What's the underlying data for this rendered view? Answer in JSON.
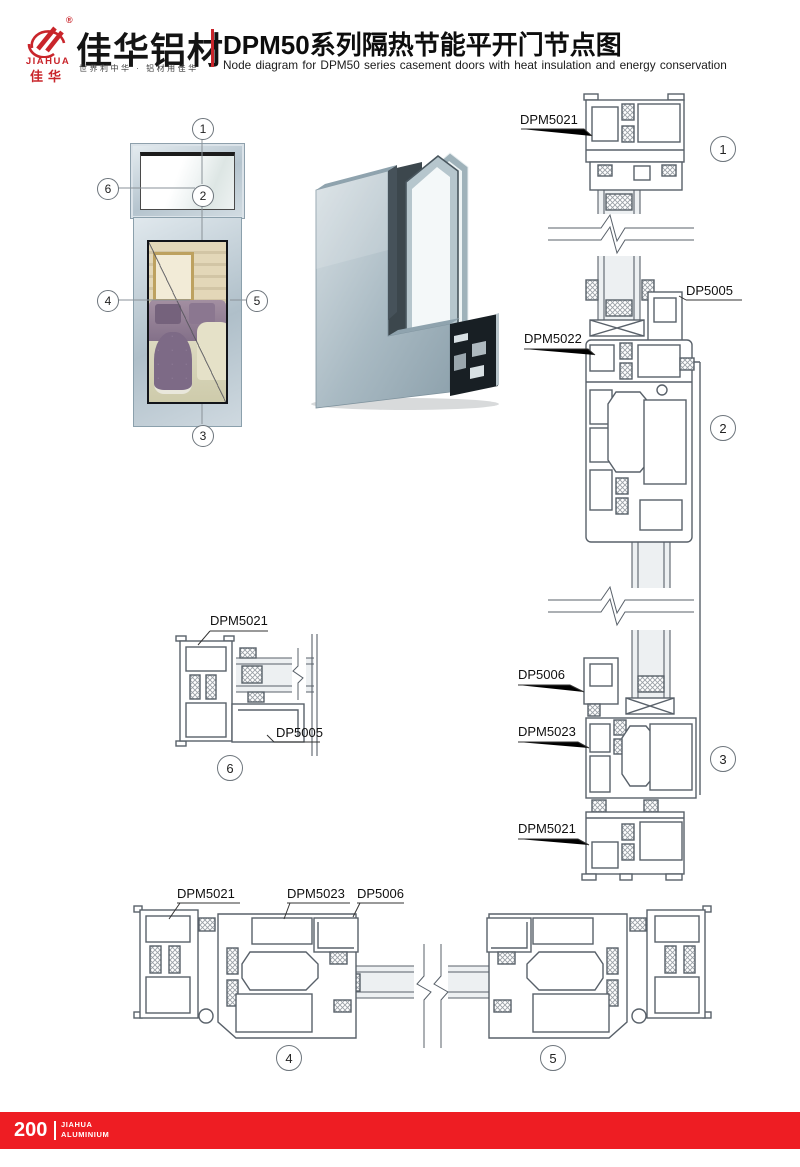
{
  "header": {
    "logo": {
      "mark": "®",
      "name_en": "JIAHUA",
      "name_cn": "佳华"
    },
    "brand": "佳华铝材",
    "slogan": "世界利中华 · 铝材用佳华",
    "title_cn": "DPM50系列隔热节能平开门节点图",
    "title_en": "Node diagram for DPM50 series casement doors with heat insulation and energy conservation"
  },
  "elevation": {
    "callout_1": "1",
    "callout_2": "2",
    "callout_3": "3",
    "callout_4": "4",
    "callout_5": "5",
    "callout_6": "6"
  },
  "right_section": {
    "label_top": "DPM5021",
    "label_dp5005": "DP5005",
    "label_dpm5022": "DPM5022",
    "label_dp5006": "DP5006",
    "label_dpm5023": "DPM5023",
    "label_bottom": "DPM5021",
    "marker_1": "1",
    "marker_2": "2",
    "marker_3": "3"
  },
  "detail_6": {
    "label_dpm5021": "DPM5021",
    "label_dp5005": "DP5005",
    "marker": "6"
  },
  "bottom_section": {
    "label_dpm5021": "DPM5021",
    "label_dpm5023": "DPM5023",
    "label_dp5006": "DP5006",
    "marker_4": "4",
    "marker_5": "5"
  },
  "footer": {
    "page_number": "200",
    "brand_en_line1": "JIAHUA",
    "brand_en_line2": "ALUMINIUM"
  },
  "colors": {
    "brand_red": "#c9252b",
    "footer_red": "#ee1d23",
    "drawing_line": "#59616a"
  }
}
